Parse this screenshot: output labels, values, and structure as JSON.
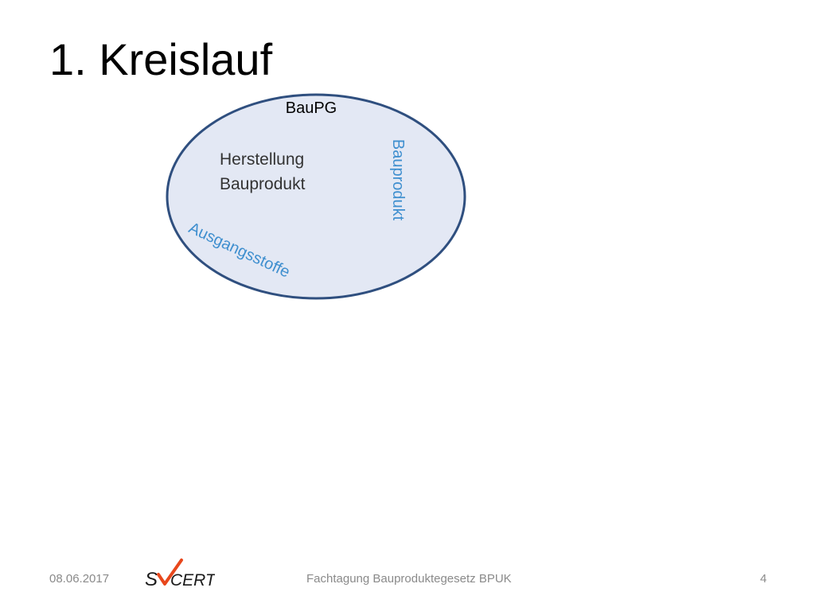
{
  "slide": {
    "title": "1. Kreislauf"
  },
  "diagram": {
    "outer_label": "BauPG",
    "inner_line1": "Herstellung",
    "inner_line2": "Bauprodukt",
    "right_arc_label": "Bauprodukt",
    "left_arc_label": "Ausgangsstoffe",
    "colors": {
      "ellipse_fill": "#e3e8f4",
      "ellipse_stroke": "#2f4f7f",
      "arc_text": "#3f8fcf"
    }
  },
  "footer": {
    "date": "08.06.2017",
    "logo_text": "CERT",
    "logo_letter": "S",
    "event": "Fachtagung Bauproduktegesetz BPUK",
    "page": "4"
  }
}
